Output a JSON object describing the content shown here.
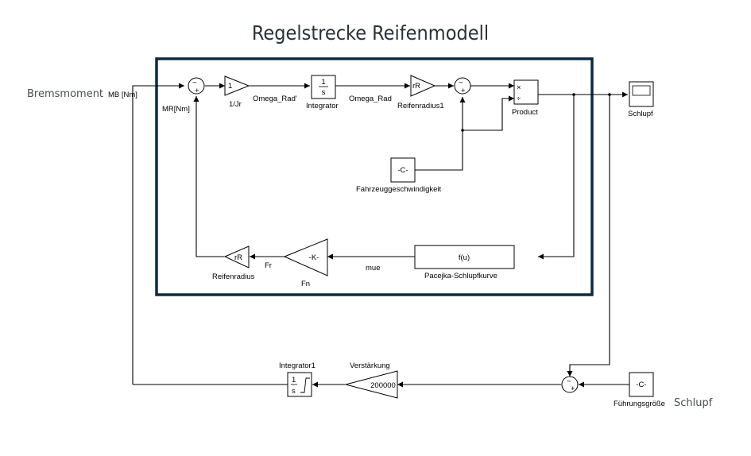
{
  "title": "Regelstrecke  Reifenmodell",
  "external_labels": {
    "input_big": "Bremsmoment",
    "input_small": "MB [Nm]",
    "ref_big": "Schlupf"
  },
  "signals": {
    "mr": "MR[Nm]",
    "omega_rad_dot": "Omega_Rad'",
    "omega_rad": "Omega_Rad",
    "fr": "Fr",
    "mue": "mue"
  },
  "blocks": {
    "sum1": {
      "signs_top": "−",
      "signs_bottom": "+"
    },
    "gain_jr": {
      "value": "1",
      "name": "1/Jr"
    },
    "integrator": {
      "num": "1",
      "den": "s",
      "name": "Integrator"
    },
    "gain_rr1": {
      "value": "rR",
      "name": "Reifenradius1"
    },
    "sum2": {
      "signs_top": "−",
      "signs_bottom": "+"
    },
    "product": {
      "op1": "×",
      "op2": "÷",
      "name": "Product"
    },
    "scope": {
      "name": "Schlupf"
    },
    "const_speed": {
      "value": "-C-",
      "name": "Fahrzeuggeschwindigkeit"
    },
    "pacejka": {
      "value": "f(u)",
      "name": "Pacejka-Schlupfkurve"
    },
    "gain_fn": {
      "value": "-K-",
      "name": "Fn"
    },
    "gain_rr": {
      "value": "rR",
      "name": "Reifenradius"
    },
    "integrator1": {
      "num": "1",
      "den": "s",
      "name": "Integrator1"
    },
    "gain_verst": {
      "value": "200000",
      "name": "Verstärkung"
    },
    "sum3": {
      "signs_top": "−",
      "signs_bottom": "+"
    },
    "const_ref": {
      "value": "-C-",
      "name": "Führungsgröße"
    }
  }
}
